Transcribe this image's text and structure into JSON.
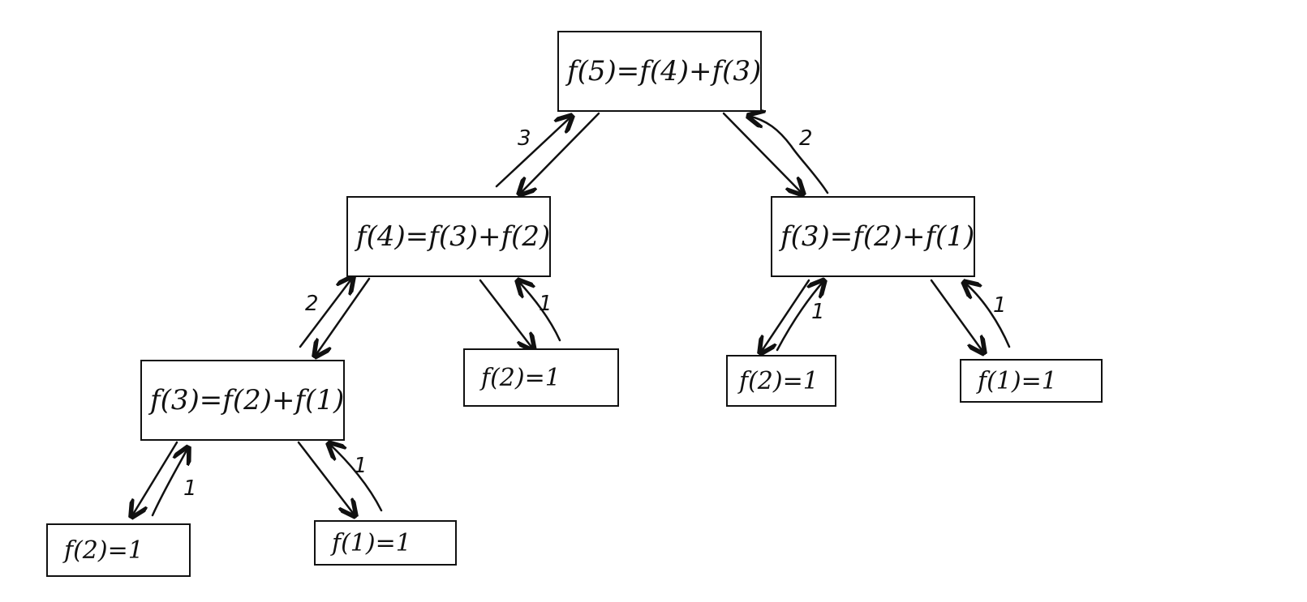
{
  "nodes": {
    "f5": "f(5)=f(4)+f(3)",
    "f4": "f(4)=f(3)+f(2)",
    "f3_right": "f(3)=f(2)+f(1)",
    "f3_left": "f(3)=f(2)+f(1)",
    "f2_mid": "f(2)=1",
    "f2_right": "f(2)=1",
    "f1_right": "f(1)=1",
    "f2_bottom": "f(2)=1",
    "f1_bottom": "f(1)=1"
  },
  "return_labels": {
    "f4_to_f5": "3",
    "f3r_to_f5": "2",
    "f3l_to_f4": "2",
    "f2m_to_f4": "1",
    "f2r_to_f3r": "1",
    "f1r_to_f3r": "1",
    "f2b_to_f3l": "1",
    "f1b_to_f3l": "1"
  }
}
